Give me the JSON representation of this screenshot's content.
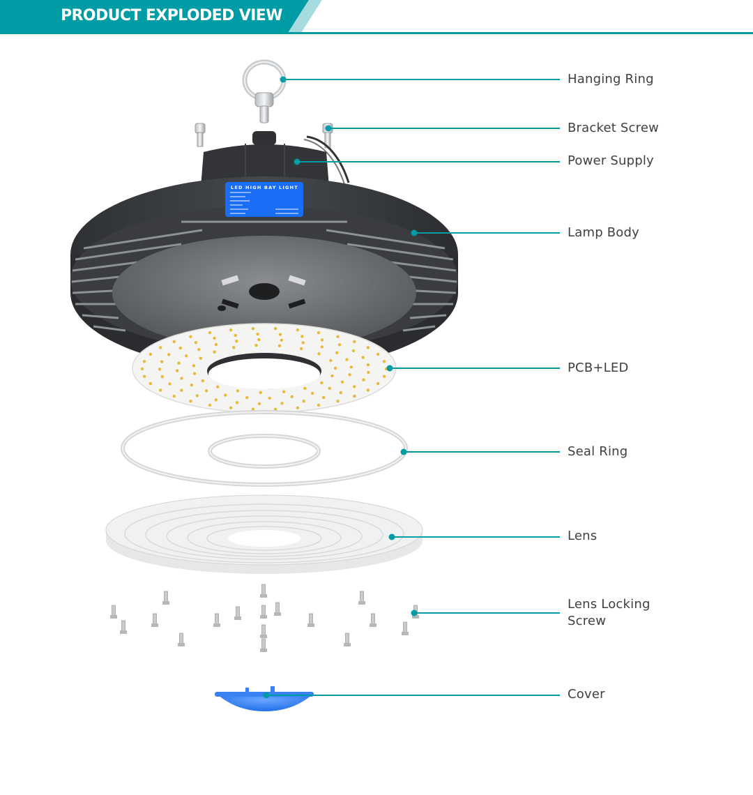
{
  "header": {
    "title": "PRODUCT EXPLODED VIEW",
    "accent_color": "#009ca6",
    "accent_light_color": "#a6dcdf"
  },
  "device_label": {
    "title": "LED HIGH BAY LIGHT",
    "panel_color": "#1a6ef5"
  },
  "parts": [
    {
      "id": "hanging-ring",
      "label": "Hanging Ring",
      "line2": ""
    },
    {
      "id": "bracket-screw",
      "label": "Bracket Screw",
      "line2": ""
    },
    {
      "id": "power-supply",
      "label": "Power Supply",
      "line2": ""
    },
    {
      "id": "lamp-body",
      "label": "Lamp Body",
      "line2": ""
    },
    {
      "id": "pcb-led",
      "label": "PCB+LED",
      "line2": ""
    },
    {
      "id": "seal-ring",
      "label": "Seal Ring",
      "line2": ""
    },
    {
      "id": "lens",
      "label": "Lens",
      "line2": ""
    },
    {
      "id": "lens-locking-screw",
      "label": "Lens Locking",
      "line2": "Screw"
    },
    {
      "id": "cover",
      "label": "Cover",
      "line2": ""
    }
  ]
}
